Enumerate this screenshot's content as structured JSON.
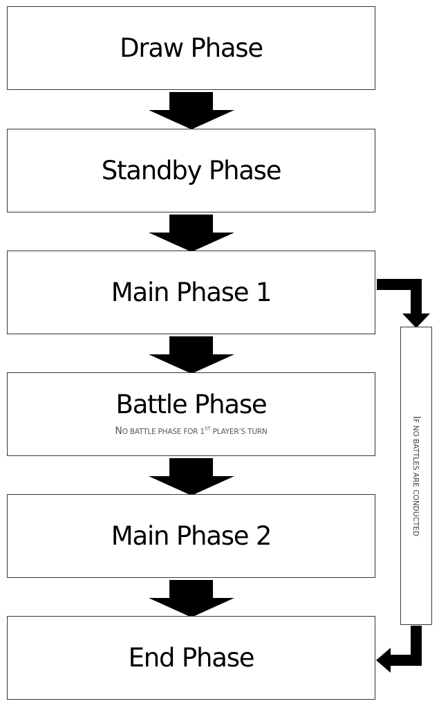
{
  "phases": [
    {
      "label": "Draw Phase"
    },
    {
      "label": "Standby Phase"
    },
    {
      "label": "Main Phase 1"
    },
    {
      "label": "Battle Phase",
      "note": {
        "lead": "N",
        "rest_a": "o battle phase for 1",
        "sup": "st",
        "rest_b": " player’s turn"
      }
    },
    {
      "label": "Main Phase 2"
    },
    {
      "label": "End Phase"
    }
  ],
  "skip_path": {
    "lead": "I",
    "rest": "f no battles are conducted"
  },
  "colors": {
    "box_border": "#1f3b4d",
    "arrow": "#000000",
    "note_text": "#555555"
  }
}
